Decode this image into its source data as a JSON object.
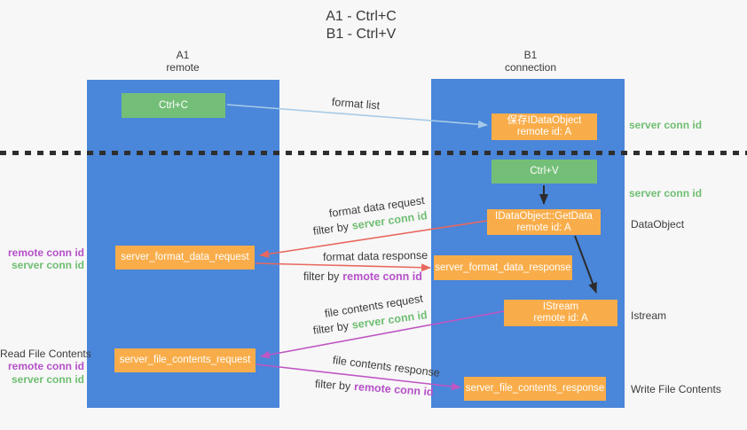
{
  "title": {
    "line1": "A1 - Ctrl+C",
    "line2": "B1 - Ctrl+V"
  },
  "lanes": {
    "a": {
      "name": "A1",
      "subtitle": "remote"
    },
    "b": {
      "name": "B1",
      "subtitle": "connection"
    }
  },
  "boxes": {
    "ctrl_c": "Ctrl+C",
    "ctrl_v": "Ctrl+V",
    "save_idataobject": {
      "line1": "保存IDataObject",
      "line2": "remote id: A"
    },
    "getdata": {
      "line1": "IDataObject::GetData",
      "line2": "remote id: A"
    },
    "istream": {
      "line1": "IStream",
      "line2": "remote id: A"
    },
    "format_request": "server_format_data_request",
    "format_response": "server_format_data_response",
    "file_request": "server_file_contents_request",
    "file_response": "server_file_contents_response"
  },
  "flow_labels": {
    "format_list": "format list",
    "format_data_request": "format data request",
    "format_data_response": "format data response",
    "file_contents_request": "file contents request",
    "file_contents_response": "file contents response",
    "filter_by": "filter by",
    "server_conn_id": "server conn id",
    "remote_conn_id": "remote conn id"
  },
  "side_labels": {
    "left": {
      "format_remote": "remote conn id",
      "format_server": "server conn id",
      "read_file": "Read File Contents",
      "file_remote": "remote conn id",
      "file_server": "server conn id"
    },
    "right": {
      "server_conn_top": "server conn id",
      "server_conn_mid": "server conn id",
      "dataobject": "DataObject",
      "istream": "Istream",
      "write_file": "Write File Contents"
    }
  },
  "colors": {
    "lane_blue": "#4a86d9",
    "box_green": "#74bf78",
    "box_orange": "#f9ad4a",
    "arrow_blue": "#a5cbe9",
    "arrow_red": "#e8685f",
    "arrow_magenta": "#bf56c3",
    "arrow_black": "#2b2b2b",
    "text_green": "#6fbe72",
    "text_purple": "#b551c8",
    "dotted_line": "#2e2e2e"
  }
}
